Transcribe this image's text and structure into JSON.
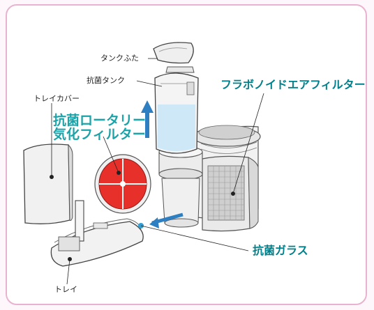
{
  "labels": {
    "tank_lid": "タンクふた",
    "tank": "抗菌タンク",
    "tray_cover": "トレイカバー",
    "rotary_filter_line1": "抗菌ロータリー",
    "rotary_filter_line2": "気化フィルター",
    "flavonoid_filter": "フラボノイドエアフィルター",
    "glass": "抗菌ガラス",
    "tray": "トレイ"
  },
  "colors": {
    "frame_border": "#e9b3cf",
    "accent_teal": "#00808a",
    "callout_teal": "#1aa3a8",
    "filter_red": "#e8302a",
    "arrow_blue": "#2e7fc1",
    "water_blue": "#cfe8f7"
  }
}
